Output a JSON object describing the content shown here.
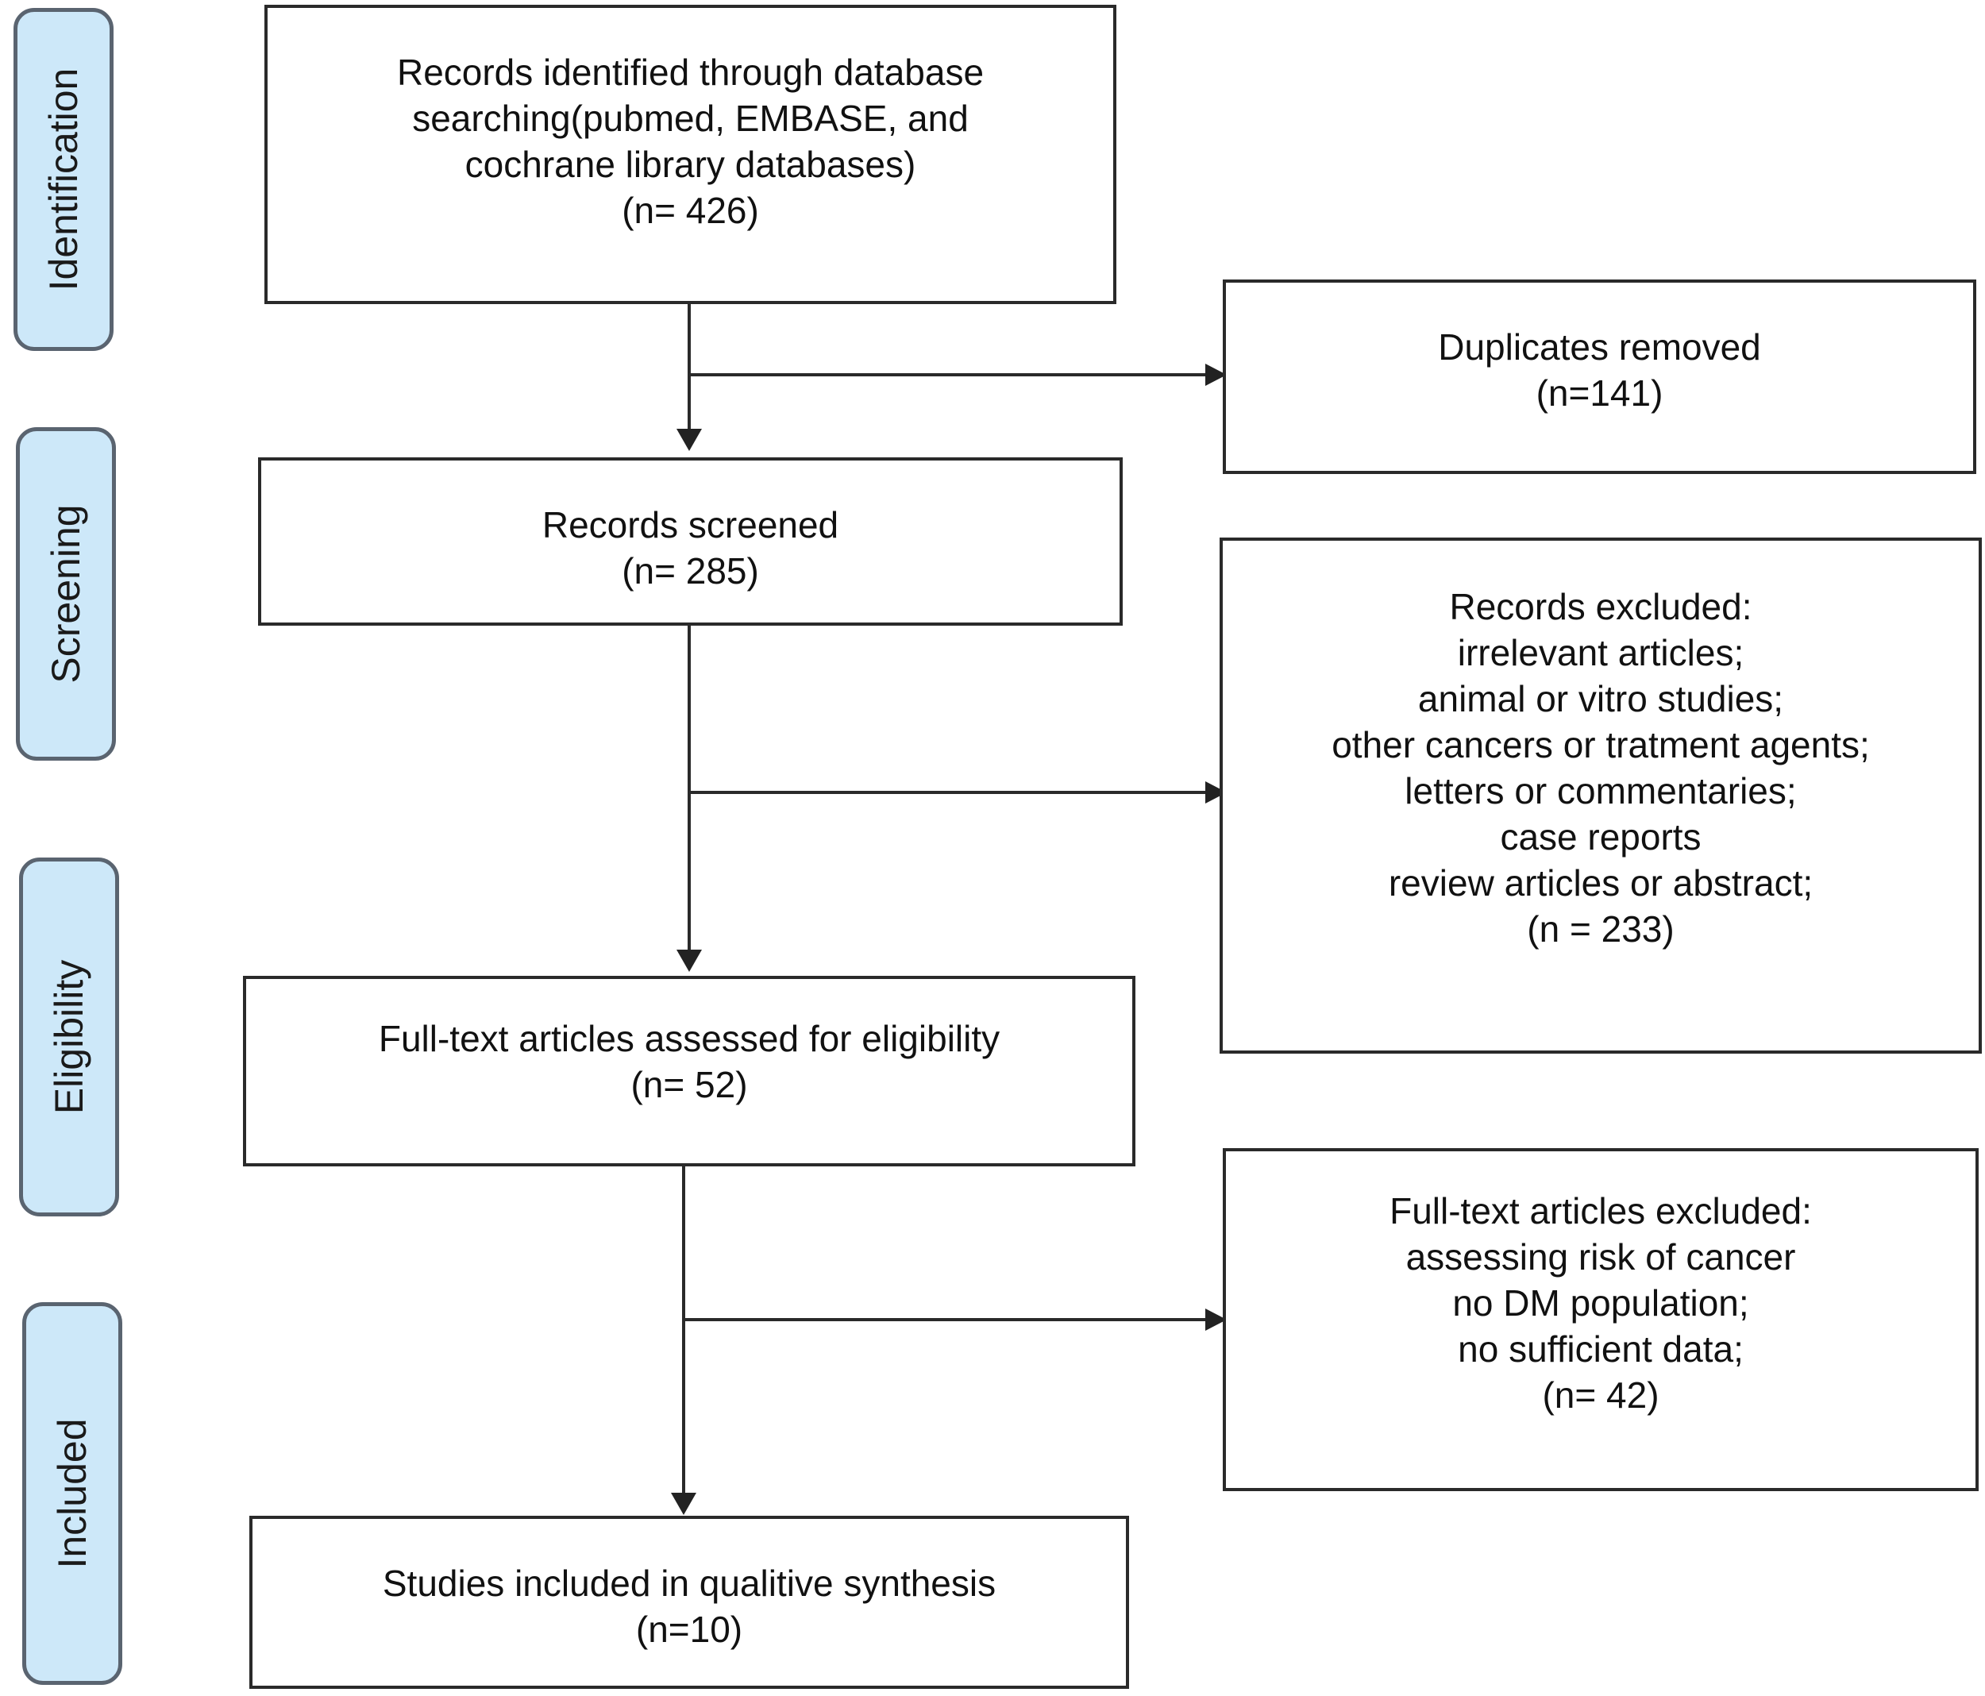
{
  "phases": {
    "identification": "Identification",
    "screening": "Screening",
    "eligibility": "Eligibility",
    "included": "Included"
  },
  "boxes": {
    "identified": {
      "lines": [
        "Records identified through database",
        "searching(pubmed, EMBASE, and",
        "cochrane library databases)",
        "(n= 426)"
      ]
    },
    "duplicates": {
      "lines": [
        "Duplicates removed",
        "(n=141)"
      ]
    },
    "screened": {
      "lines": [
        "Records screened",
        "(n= 285)"
      ]
    },
    "records_excluded": {
      "lines": [
        "Records excluded:",
        "irrelevant articles;",
        "animal or vitro studies;",
        "other cancers or tratment agents;",
        "letters or commentaries;",
        "case reports",
        "review articles or abstract;",
        "(n = 233)"
      ]
    },
    "fulltext_assessed": {
      "lines": [
        "Full-text articles assessed for eligibility",
        "(n= 52)"
      ]
    },
    "fulltext_excluded": {
      "lines": [
        "Full-text articles excluded:",
        "assessing risk of cancer",
        "no DM population;",
        "no sufficient data;",
        "(n= 42)"
      ]
    },
    "included_studies": {
      "lines": [
        "Studies included in qualitive synthesis",
        "(n=10)"
      ]
    }
  }
}
